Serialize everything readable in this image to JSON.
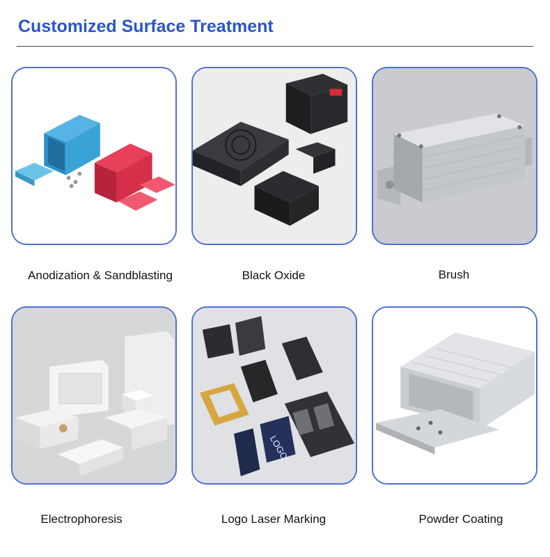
{
  "header": {
    "title": "Customized Surface Treatment"
  },
  "items": [
    {
      "label": "Anodization & Sandblasting",
      "image": "anodized-enclosure-image",
      "bg": "#ffffff"
    },
    {
      "label": "Black Oxide",
      "image": "black-oxide-enclosure-image",
      "bg": "#ededed"
    },
    {
      "label": "Brush",
      "image": "brushed-enclosure-image",
      "bg": "#c9cbd0"
    },
    {
      "label": "Electrophoresis",
      "image": "electrophoresis-enclosure-image",
      "bg": "#d6d7d9"
    },
    {
      "label": "Logo Laser Marking",
      "image": "laser-marking-enclosure-image",
      "bg": "#dfe1e4"
    },
    {
      "label": "Powder Coating",
      "image": "powder-coated-enclosure-image",
      "bg": "#ffffff"
    }
  ],
  "colors": {
    "accent": "#2b56c9",
    "card_border": "#4f6fd1"
  }
}
